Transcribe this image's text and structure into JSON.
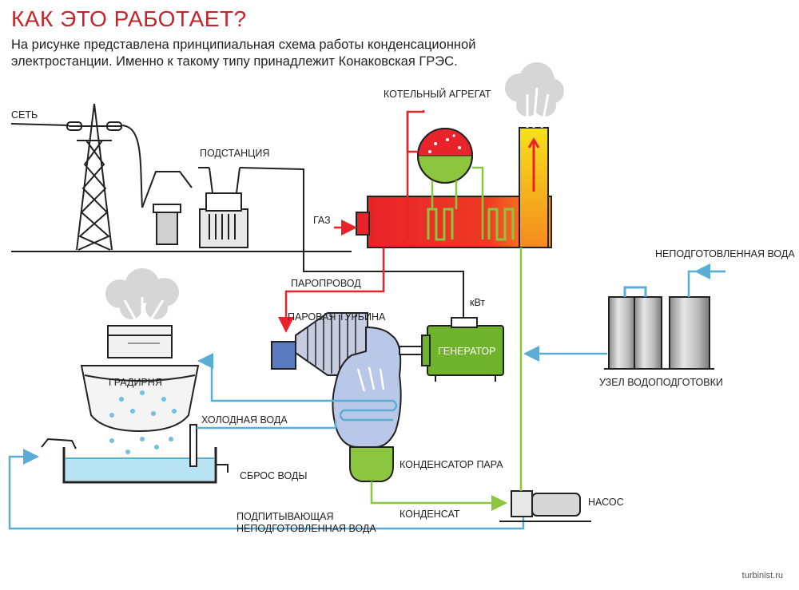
{
  "header": {
    "title": "КАК ЭТО РАБОТАЕТ?",
    "subtitle": "На рисунке представлена принципиальная схема работы конденсационной электростанции. Именно к такому типу принадлежит Конаковская ГРЭС."
  },
  "labels": {
    "grid": "СЕТЬ",
    "substation": "ПОДСТАНЦИЯ",
    "boiler": "КОТЕЛЬНЫЙ АГРЕГАТ",
    "gas": "ГАЗ",
    "steam_pipe": "ПАРОПРОВОД",
    "steam_turbine": "ПАРОВАЯ ТУРБИНА",
    "kw": "кВт",
    "generator": "ГЕНЕРАТОР",
    "raw_water": "НЕПОДГОТОВЛЕННАЯ ВОДА",
    "water_treatment": "УЗЕЛ ВОДОПОДГОТОВКИ",
    "cooling_tower": "ГРАДИРНЯ",
    "cold_water": "ХОЛОДНАЯ ВОДА",
    "water_discharge": "СБРОС ВОДЫ",
    "condenser": "КОНДЕНСАТОР ПАРА",
    "condensate": "КОНДЕНСАТ",
    "pump": "НАСОС",
    "makeup_water": "ПОДПИТЫВАЮЩАЯ НЕПОДГОТОВЛЕННАЯ ВОДА"
  },
  "credit": "turbinist.ru",
  "colors": {
    "title_red": "#c8232c",
    "hot_red": "#e8232a",
    "flame_yellow": "#f5d31a",
    "pipe_green": "#8cc63f",
    "water_blue": "#5aaed6",
    "water_light": "#b7e3f5",
    "generator_green": "#6fb22c",
    "condenser_blue": "#b9c8e8",
    "wire": "#222222"
  }
}
